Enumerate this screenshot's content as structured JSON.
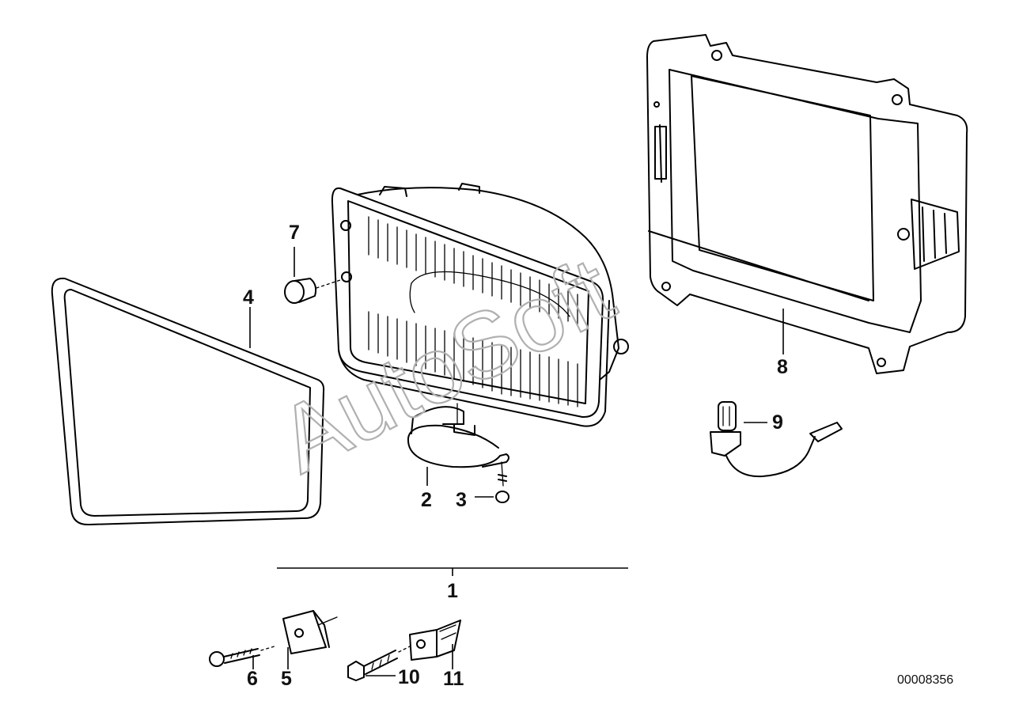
{
  "diagram": {
    "diagram_id": "00008356",
    "watermark": "AutoSoft",
    "callouts": [
      {
        "id": "c1",
        "label": "1"
      },
      {
        "id": "c2",
        "label": "2"
      },
      {
        "id": "c3",
        "label": "3"
      },
      {
        "id": "c4",
        "label": "4"
      },
      {
        "id": "c5",
        "label": "5"
      },
      {
        "id": "c6",
        "label": "6"
      },
      {
        "id": "c7",
        "label": "7"
      },
      {
        "id": "c8",
        "label": "8"
      },
      {
        "id": "c9",
        "label": "9"
      },
      {
        "id": "c10",
        "label": "10"
      },
      {
        "id": "c11",
        "label": "11"
      }
    ]
  }
}
